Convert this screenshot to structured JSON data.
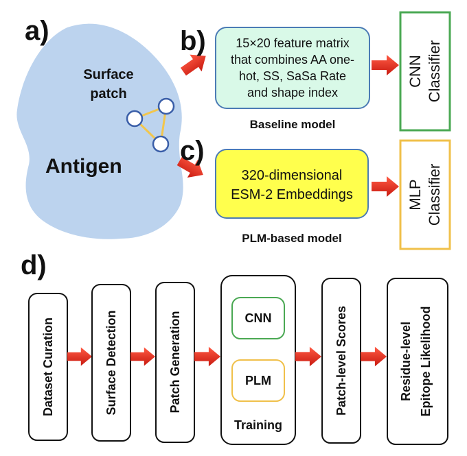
{
  "panels": {
    "a": "a)",
    "b": "b)",
    "c": "c)",
    "d": "d)"
  },
  "antigen": {
    "surface_patch_line1": "Surface",
    "surface_patch_line2": "patch",
    "antigen_label": "Antigen"
  },
  "baseline": {
    "feature_lines": [
      "15×20 feature matrix",
      "that combines AA one-",
      "hot, SS, SaSa Rate",
      "and shape index"
    ],
    "model_label": "Baseline model",
    "classifier_line1": "CNN",
    "classifier_line2": "Classifier"
  },
  "plm": {
    "embed_line1": "320-dimensional",
    "embed_line2": "ESM-2 Embeddings",
    "model_label": "PLM-based model",
    "classifier_line1": "MLP",
    "classifier_line2": "Classifier"
  },
  "pipeline": {
    "dataset_curation": "Dataset Curation",
    "surface_detection": "Surface Detection",
    "patch_generation": "Patch Generation",
    "cnn": "CNN",
    "plm": "PLM",
    "training": "Training",
    "patch_level_scores": "Patch-level Scores",
    "residue_line1": "Residue-level",
    "residue_line2": "Epitope Likelihood"
  },
  "colors": {
    "antigen_fill": "#bcd3ee",
    "feature_box": "#d9f9e8",
    "feature_border": "#4b7bb5",
    "embed_box": "#ffff4d",
    "embed_border": "#4b7bb5",
    "cnn_border": "#4aa853",
    "mlp_border": "#f0c04a",
    "arrow": "#e8301e",
    "node_border": "#3a5ea8",
    "edge": "#f2c64d"
  }
}
